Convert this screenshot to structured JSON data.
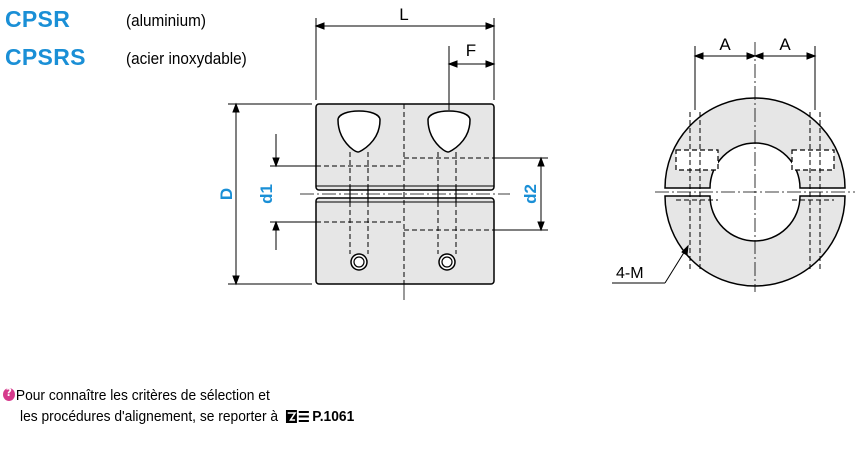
{
  "products": [
    {
      "code": "CPSR",
      "material": "(aluminium)"
    },
    {
      "code": "CPSRS",
      "material": "(acier inoxydable)"
    }
  ],
  "dimensions": {
    "L": "L",
    "F": "F",
    "D": "D",
    "d1": "d1",
    "d2": "d2",
    "A_left": "A",
    "A_right": "A",
    "M": "4-M"
  },
  "note": {
    "line1": "Pour connaître les critères de sélection et",
    "line2_prefix": "les procédures d'alignement, se reporter à",
    "page_ref": "P.1061"
  },
  "colors": {
    "title_blue": "#1a8fd6",
    "body_fill": "#e6e6e6",
    "note_icon": "#d63a8c"
  }
}
